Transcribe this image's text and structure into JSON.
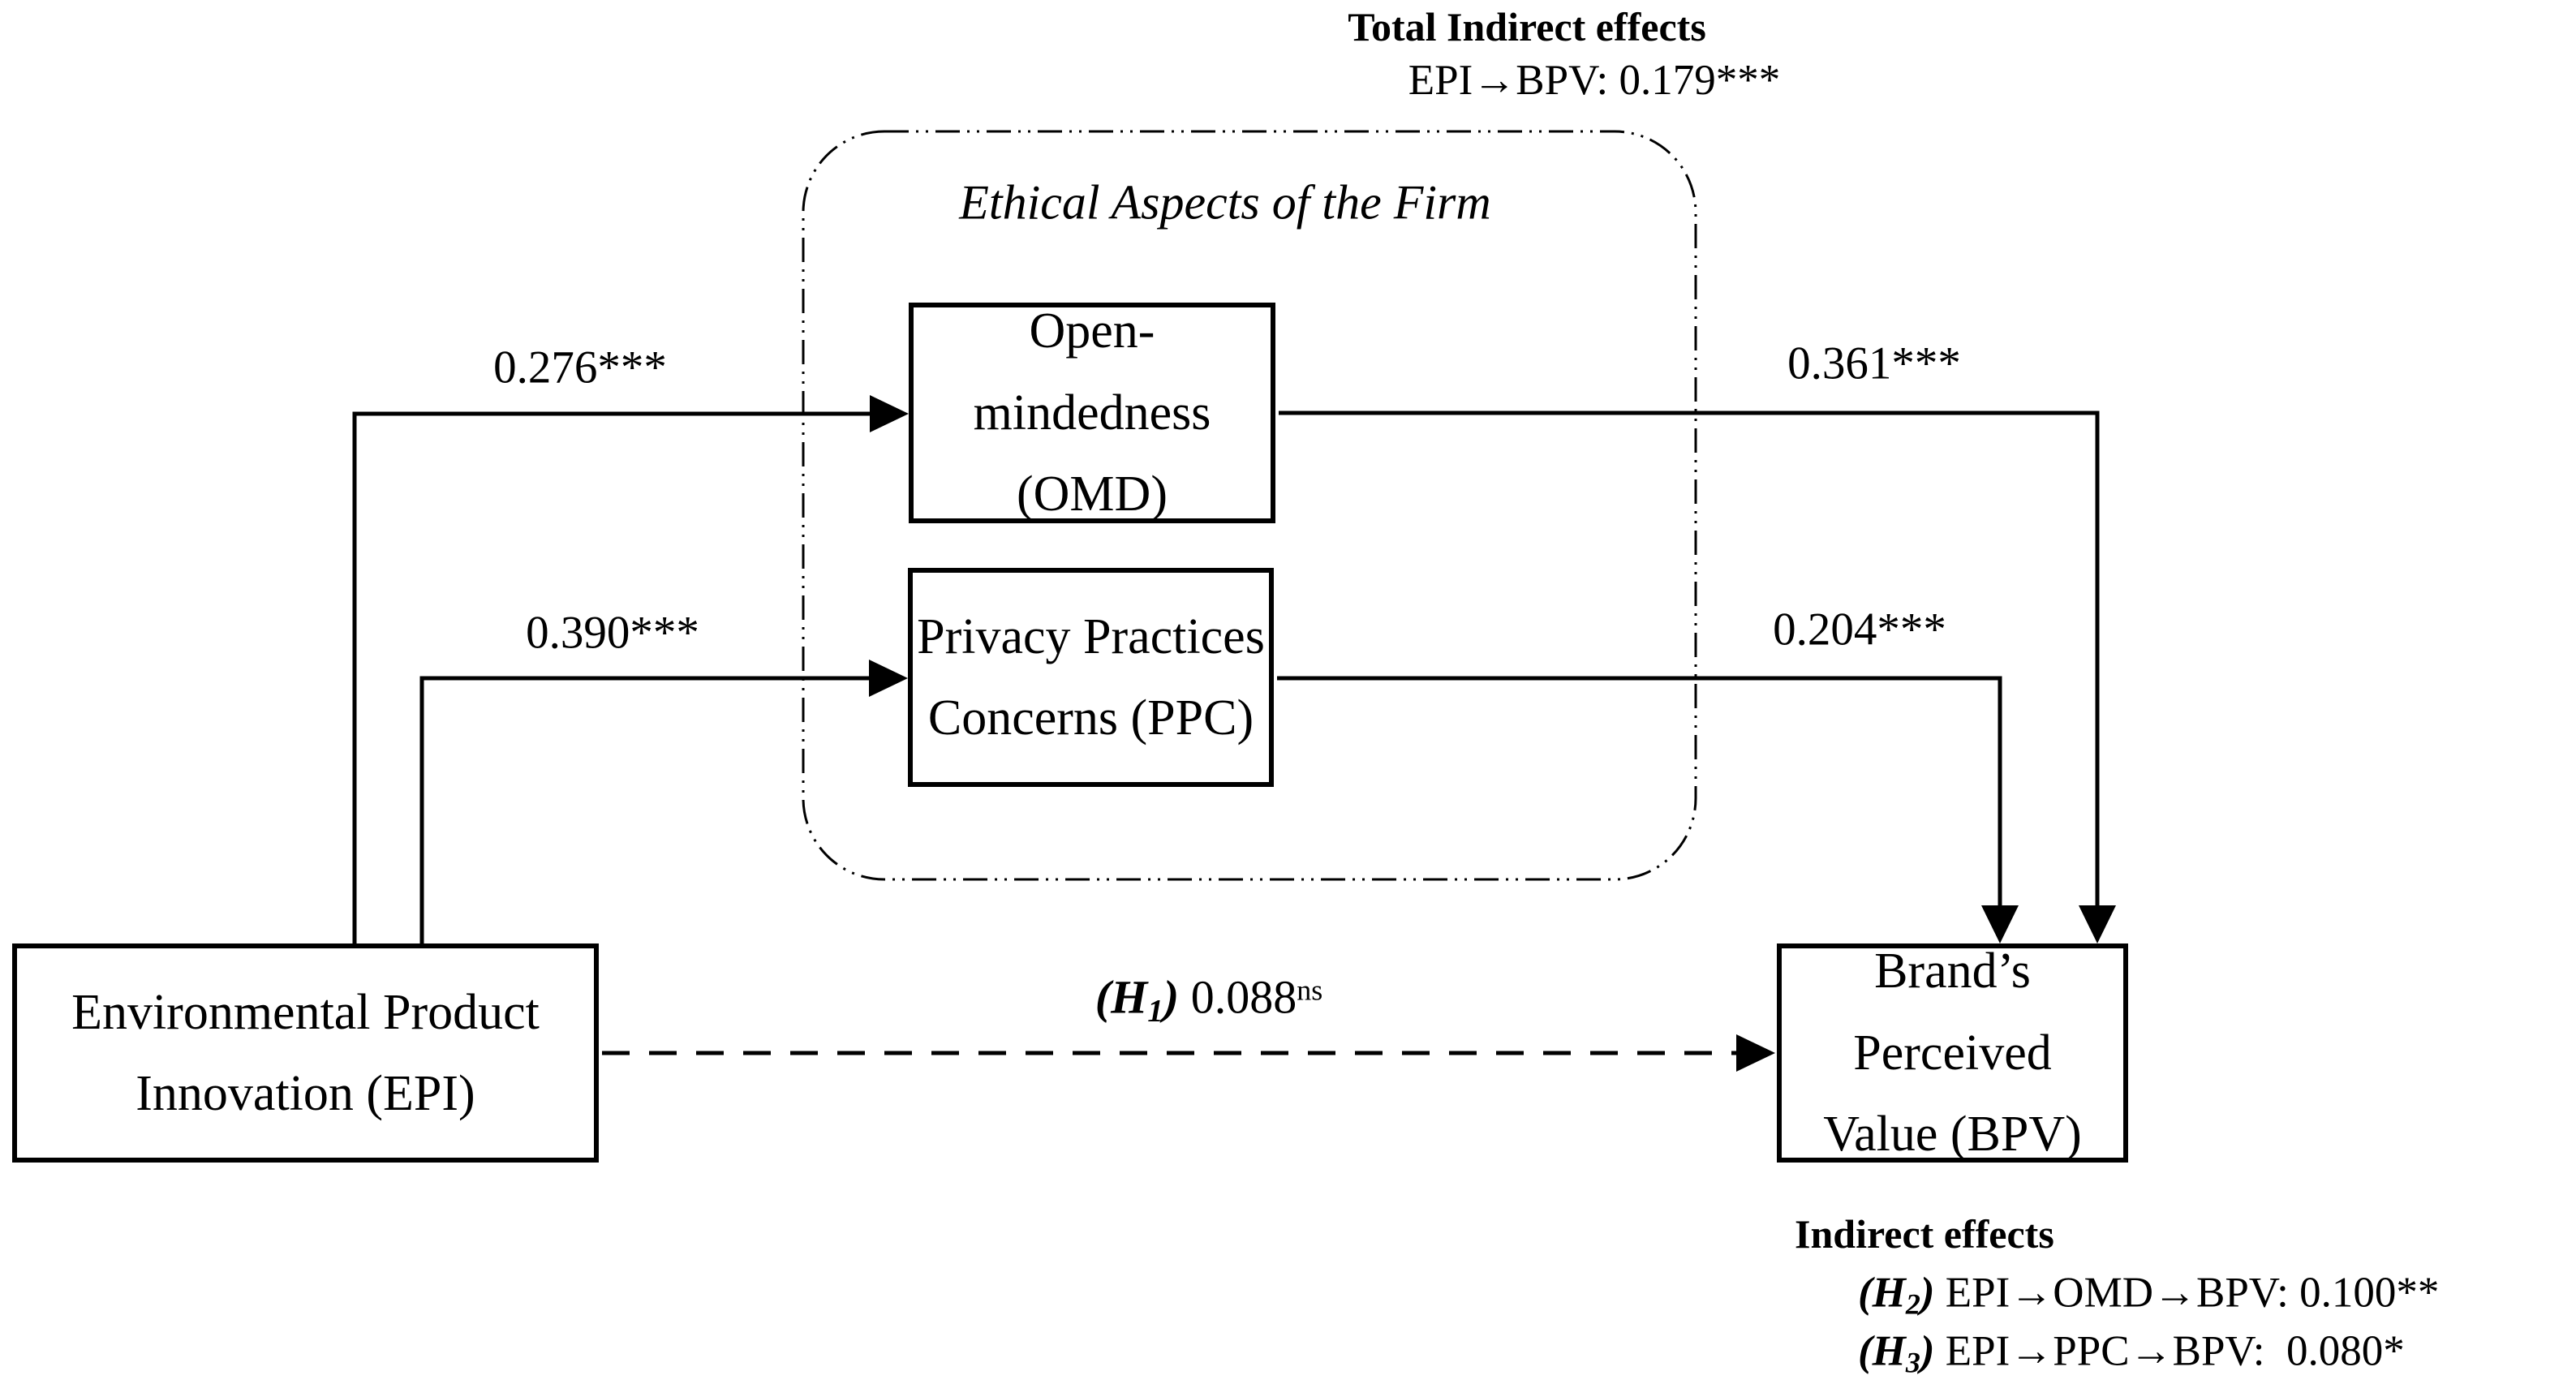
{
  "figure": {
    "background": "#ffffff",
    "ink": "#000000",
    "total_indirect": {
      "title": "Total Indirect effects",
      "line": "EPI→BPV: 0.179***"
    },
    "moderator_group": {
      "label": "Ethical Aspects of the Firm"
    },
    "nodes": {
      "epi": {
        "line1": "Environmental Product",
        "line2": "Innovation (EPI)"
      },
      "omd": {
        "line1": "Open-mindedness",
        "line2": "(OMD)"
      },
      "ppc": {
        "line1": "Privacy Practices",
        "line2": "Concerns (PPC)"
      },
      "bpv": {
        "line1": "Brand’s Perceived",
        "line2": "Value (BPV)"
      }
    },
    "paths": {
      "epi_omd": "0.276***",
      "epi_ppc": "0.390***",
      "omd_bpv": "0.361***",
      "ppc_bpv": "0.204***",
      "epi_bpv": {
        "h_open": "(H",
        "h_sub": "1",
        "h_close": ")",
        "value": " 0.088",
        "sig": "ns"
      }
    },
    "indirect": {
      "title": "Indirect effects",
      "rows": [
        {
          "h_open": "(H",
          "h_sub": "2",
          "h_close": ")",
          "path": " EPI→OMD→BPV: ",
          "value": "0.100**"
        },
        {
          "h_open": "(H",
          "h_sub": "3",
          "h_close": ")",
          "path": " EPI→PPC→BPV: ",
          "value": " 0.080*"
        }
      ]
    }
  }
}
